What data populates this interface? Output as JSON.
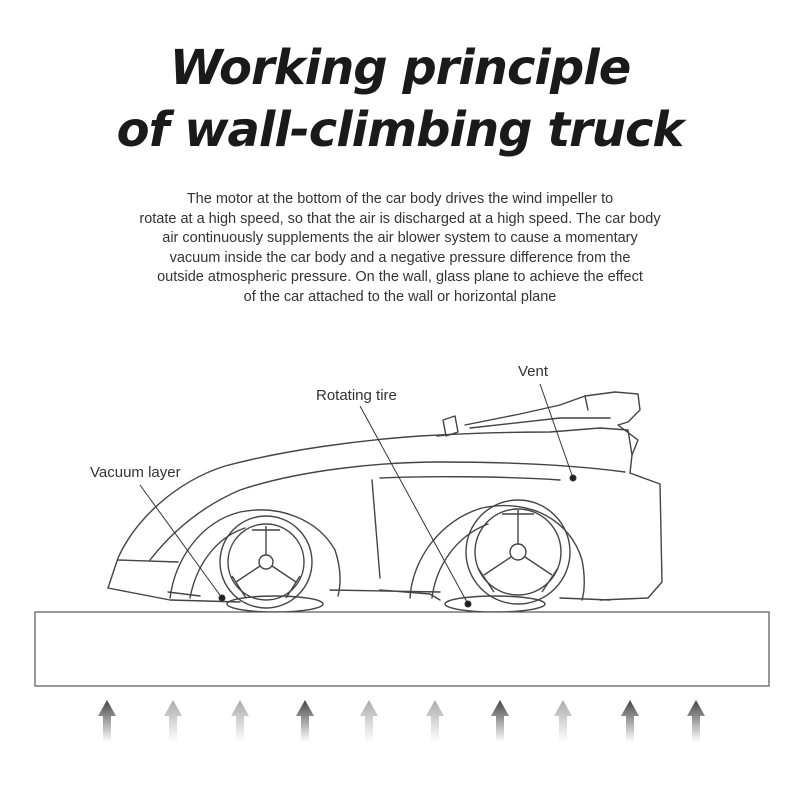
{
  "title": {
    "line1": "Working principle",
    "line2": "of wall-climbing truck"
  },
  "description": [
    "The motor at the bottom of the car body drives the wind impeller to",
    "rotate at a high speed, so that the air is discharged at a high speed. The car body",
    "air continuously supplements the air blower system to cause a momentary",
    "vacuum inside the car body and a negative pressure difference from the",
    "outside atmospheric pressure. On the wall, glass plane to achieve the effect",
    "of the car attached to the wall or horizontal plane"
  ],
  "labels": {
    "vent": "Vent",
    "rotating_tire": "Rotating tire",
    "vacuum_layer": "Vacuum layer"
  },
  "colors": {
    "line": "#333333",
    "arrow_dark": "#555555",
    "arrow_light": "#bbbbbb"
  }
}
